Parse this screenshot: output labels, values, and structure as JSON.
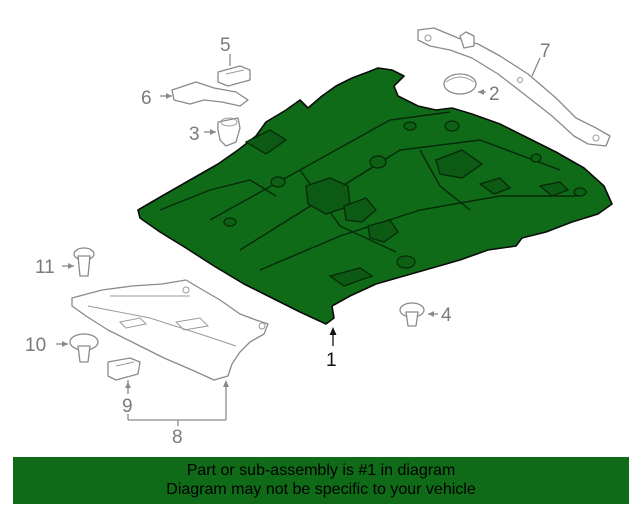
{
  "callouts": {
    "n1": "1",
    "n2": "2",
    "n3": "3",
    "n4": "4",
    "n5": "5",
    "n6": "6",
    "n7": "7",
    "n8": "8",
    "n9": "9",
    "n10": "10",
    "n11": "11"
  },
  "banner": {
    "line1": "Part or sub-assembly is #1 in diagram",
    "line2": "Diagram may not be specific to your vehicle"
  },
  "colors": {
    "highlight": "#0f6b17",
    "outline": "#8a8a8a",
    "leader_main": "#111111"
  }
}
